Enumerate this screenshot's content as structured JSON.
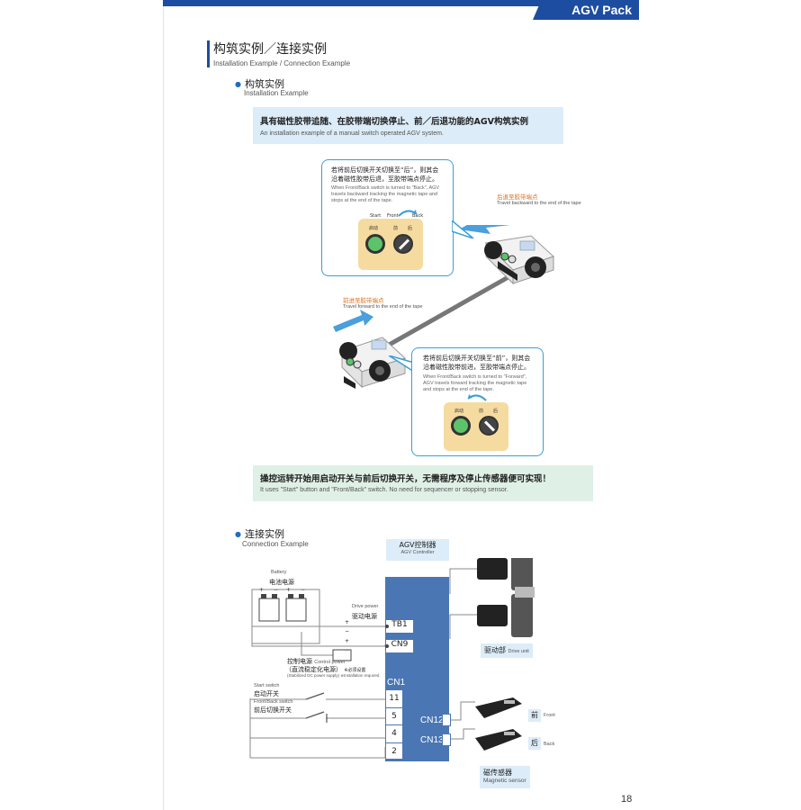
{
  "header": {
    "brand_tab": "AGV Pack"
  },
  "section": {
    "title_zh": "构筑实例／连接实例",
    "title_en": "Installation Example / Connection Example"
  },
  "installation": {
    "heading_zh": "构筑实例",
    "heading_en": "Installation Example",
    "banner_zh": "具有磁性胶带追随、在胶带端切换停止、前／后退功能的AGV构筑实例",
    "banner_en": "An installation example of a manual switch operated AGV system.",
    "bubble_back": {
      "zh": "若将前后切换开关切换至“后”，则其会沿着磁性胶带后退，至胶带端点停止。",
      "en": "When Front/Back switch is turned to \"Back\", AGV travels backward tracking the magnetic tape and stops at the end of the tape.",
      "label_start": "Start",
      "label_front": "Front",
      "label_back": "Back",
      "btn_start": "启动",
      "sw_front": "前",
      "sw_back": "后"
    },
    "bubble_forward": {
      "zh": "若将前后切换开关切换至“前”，则其会沿着磁性胶带前进，至胶带端点停止。",
      "en": "When Front/Back switch is turned to \"Forward\", AGV travels forward tracking the magnetic tape and stops at the end of the tape.",
      "btn_start": "启动",
      "sw_front": "前",
      "sw_back": "后"
    },
    "travel_back_zh": "后退至胶带端点",
    "travel_back_en": "Travel backward to the end of the tape",
    "travel_forward_zh": "前进至胶带端点",
    "travel_forward_en": "Travel forward to the end of the tape",
    "summary_zh": "操控运转开始用启动开关与前后切换开关，无需程序及停止传感器便可实现！",
    "summary_en": "It uses \"Start\" button and \"Front/Back\" switch. No need for sequencer or stopping sensor."
  },
  "connection": {
    "heading_zh": "连接实例",
    "heading_en": "Connection Example",
    "controller_zh": "AGV控制器",
    "controller_en": "AGV Controller",
    "battery_en": "Battery",
    "battery_zh": "电池电源",
    "drive_power_en": "Drive power",
    "drive_power_zh": "驱动电源",
    "control_power_zh": "控制电源",
    "control_power_en": "Control power",
    "stabilized_zh": "（直流稳定化电源）",
    "stabilized_note_zh": "※必须设置",
    "stabilized_en": "(Stabilized DC power supply) ※Installation required",
    "start_switch_en": "Start switch",
    "start_switch_zh": "启动开关",
    "fb_switch_en": "Front/Back switch",
    "fb_switch_zh": "前后切换开关",
    "pin_tb1": "TB1",
    "pin_cn9": "CN9",
    "pin_cn1": "CN1",
    "pin_cn12": "CN12",
    "pin_cn13": "CN13",
    "cn1_pins": [
      "11",
      "5",
      "4",
      "2"
    ],
    "drive_unit_zh": "驱动部",
    "drive_unit_en": "Drive unit",
    "front_zh": "前",
    "front_en": "Front",
    "back_zh": "后",
    "back_en": "Back",
    "sensor_zh": "磁传感器",
    "sensor_en": "Magnetic sensor",
    "plus": "+",
    "minus": "−"
  },
  "footer": {
    "page_number": "18"
  }
}
